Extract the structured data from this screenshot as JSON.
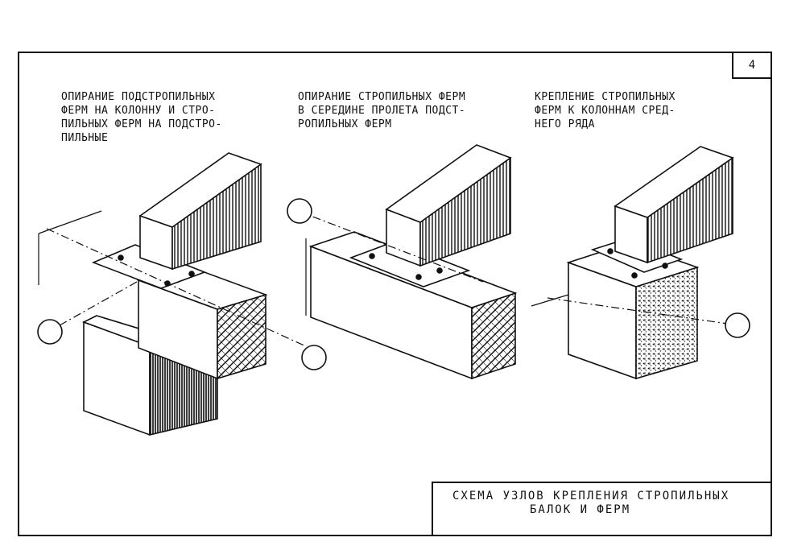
{
  "sheet": {
    "number": "4",
    "title_lines": [
      "СХЕМА УЗЛОВ КРЕПЛЕНИЯ СТРОПИЛЬНЫХ",
      "БАЛОК И ФЕРМ"
    ]
  },
  "nodes": [
    {
      "caption_lines": [
        "ОПИРАНИЕ ПОДСТРОПИЛЬНЫХ",
        "ФЕРМ НА КОЛОННУ И СТРО-",
        "ПИЛЬНЫХ ФЕРМ НА ПОДСТРО-",
        "ПИЛЬНЫЕ"
      ]
    },
    {
      "caption_lines": [
        "ОПИРАНИЕ СТРОПИЛЬНЫХ ФЕРМ",
        "В СЕРЕДИНЕ ПРОЛЕТА ПОДСТ-",
        "РОПИЛЬНЫХ ФЕРМ"
      ]
    },
    {
      "caption_lines": [
        "КРЕПЛЕНИЕ СТРОПИЛЬНЫХ",
        "ФЕРМ К КОЛОННАМ СРЕД-",
        "НЕГО РЯДА"
      ]
    }
  ]
}
